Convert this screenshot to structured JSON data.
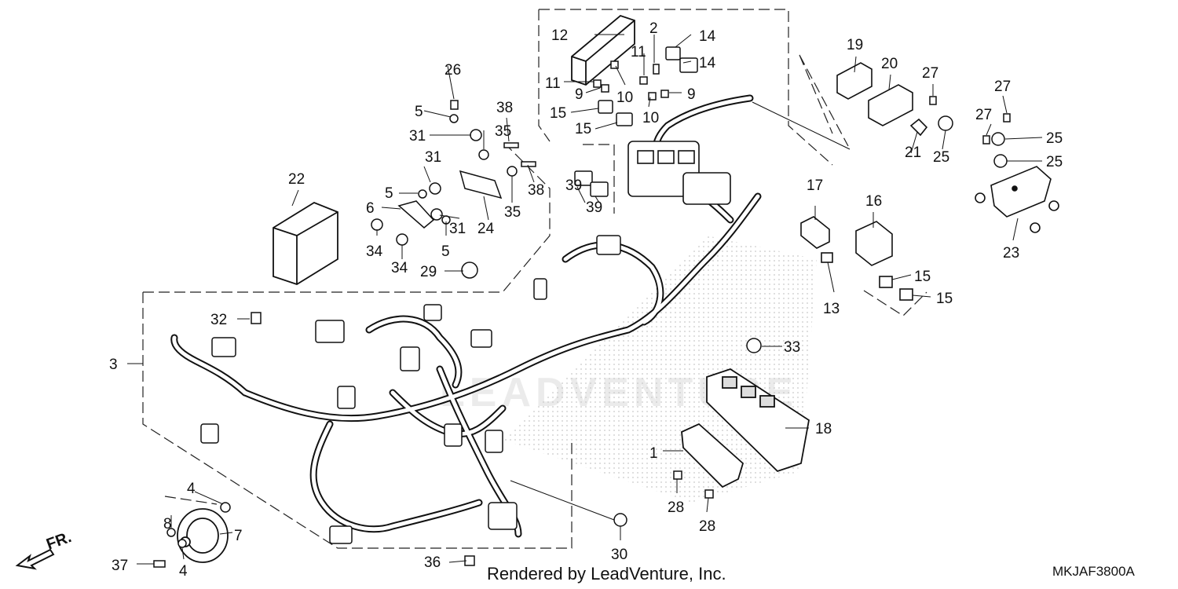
{
  "watermark": "LEADVENTURE",
  "credit": "Rendered by LeadVenture, Inc.",
  "diagram_code": "MKJAF3800A",
  "direction_label": "FR.",
  "part_labels": [
    {
      "id": "l1",
      "text": "1"
    },
    {
      "id": "l2",
      "text": "2"
    },
    {
      "id": "l3",
      "text": "3"
    },
    {
      "id": "l4a",
      "text": "4"
    },
    {
      "id": "l4b",
      "text": "4"
    },
    {
      "id": "l5a",
      "text": "5"
    },
    {
      "id": "l5b",
      "text": "5"
    },
    {
      "id": "l5c",
      "text": "5"
    },
    {
      "id": "l6",
      "text": "6"
    },
    {
      "id": "l7",
      "text": "7"
    },
    {
      "id": "l8",
      "text": "8"
    },
    {
      "id": "l9a",
      "text": "9"
    },
    {
      "id": "l9b",
      "text": "9"
    },
    {
      "id": "l10a",
      "text": "10"
    },
    {
      "id": "l10b",
      "text": "10"
    },
    {
      "id": "l11a",
      "text": "11"
    },
    {
      "id": "l11b",
      "text": "11"
    },
    {
      "id": "l12",
      "text": "12"
    },
    {
      "id": "l13",
      "text": "13"
    },
    {
      "id": "l14a",
      "text": "14"
    },
    {
      "id": "l14b",
      "text": "14"
    },
    {
      "id": "l15a",
      "text": "15"
    },
    {
      "id": "l15b",
      "text": "15"
    },
    {
      "id": "l15c",
      "text": "15"
    },
    {
      "id": "l15d",
      "text": "15"
    },
    {
      "id": "l16",
      "text": "16"
    },
    {
      "id": "l17",
      "text": "17"
    },
    {
      "id": "l18",
      "text": "18"
    },
    {
      "id": "l19",
      "text": "19"
    },
    {
      "id": "l20",
      "text": "20"
    },
    {
      "id": "l21",
      "text": "21"
    },
    {
      "id": "l22",
      "text": "22"
    },
    {
      "id": "l23",
      "text": "23"
    },
    {
      "id": "l24",
      "text": "24"
    },
    {
      "id": "l25a",
      "text": "25"
    },
    {
      "id": "l25b",
      "text": "25"
    },
    {
      "id": "l25c",
      "text": "25"
    },
    {
      "id": "l26",
      "text": "26"
    },
    {
      "id": "l27a",
      "text": "27"
    },
    {
      "id": "l27b",
      "text": "27"
    },
    {
      "id": "l27c",
      "text": "27"
    },
    {
      "id": "l28a",
      "text": "28"
    },
    {
      "id": "l28b",
      "text": "28"
    },
    {
      "id": "l29",
      "text": "29"
    },
    {
      "id": "l30",
      "text": "30"
    },
    {
      "id": "l31a",
      "text": "31"
    },
    {
      "id": "l31b",
      "text": "31"
    },
    {
      "id": "l31c",
      "text": "31"
    },
    {
      "id": "l32",
      "text": "32"
    },
    {
      "id": "l33",
      "text": "33"
    },
    {
      "id": "l34a",
      "text": "34"
    },
    {
      "id": "l34b",
      "text": "34"
    },
    {
      "id": "l35a",
      "text": "35"
    },
    {
      "id": "l35b",
      "text": "35"
    },
    {
      "id": "l36",
      "text": "36"
    },
    {
      "id": "l37",
      "text": "37"
    },
    {
      "id": "l38a",
      "text": "38"
    },
    {
      "id": "l38b",
      "text": "38"
    },
    {
      "id": "l39a",
      "text": "39"
    },
    {
      "id": "l39b",
      "text": "39"
    }
  ]
}
